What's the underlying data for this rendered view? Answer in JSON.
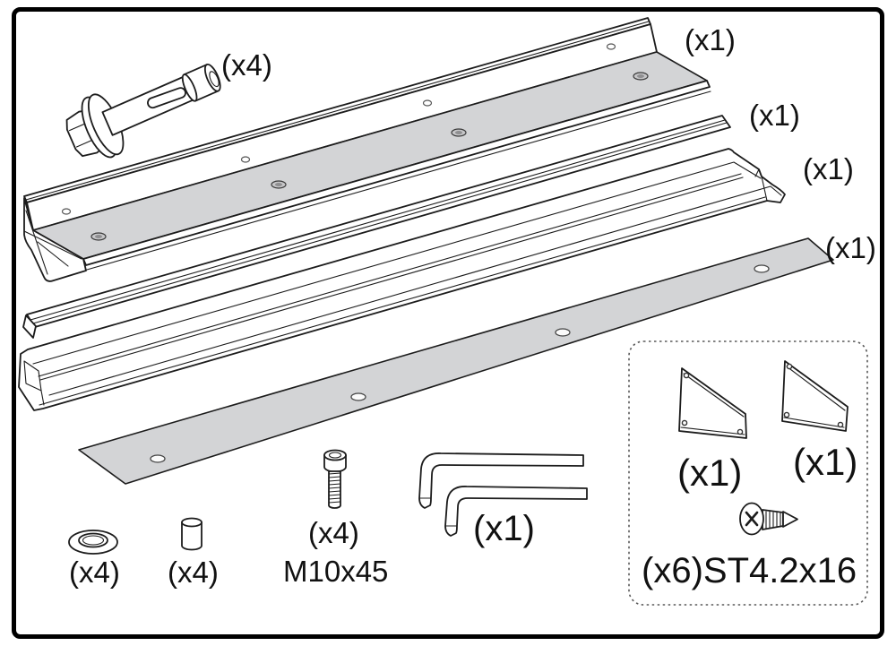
{
  "parts": {
    "anchor_bolt": {
      "qty": "(x4)"
    },
    "wall_rail": {
      "qty": "(x1)"
    },
    "top_strip": {
      "qty": "(x1)"
    },
    "bottom_rail": {
      "qty": "(x1)"
    },
    "back_panel": {
      "qty": "(x1)"
    },
    "washer": {
      "qty": "(x4)"
    },
    "spacer": {
      "qty": "(x4)"
    },
    "socket_screw": {
      "qty": "(x4)",
      "spec": "M10x45"
    },
    "hex_keys": {
      "qty": "(x1)"
    },
    "end_cap_left": {
      "qty": "(x1)"
    },
    "end_cap_right": {
      "qty": "(x1)"
    },
    "tapping_screw": {
      "qty": "(x6)",
      "spec": "ST4.2x16"
    }
  },
  "colors": {
    "background": "#ffffff",
    "outline": "#1c1c1c",
    "shade": "#d3d4d6",
    "frame": "#000000"
  }
}
